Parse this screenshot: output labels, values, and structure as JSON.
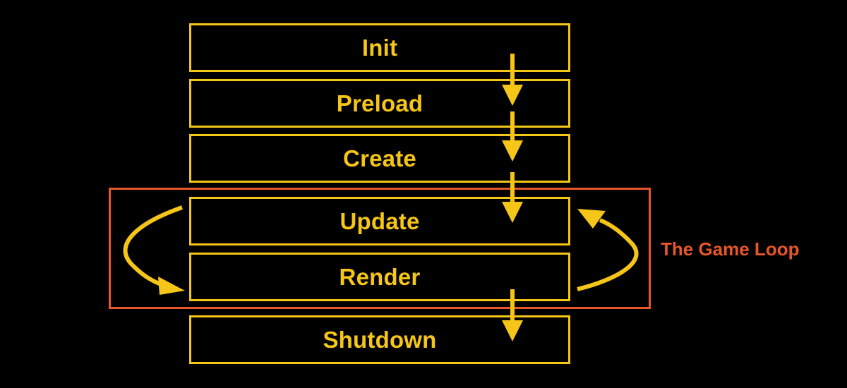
{
  "stages": [
    {
      "id": "init",
      "label": "Init"
    },
    {
      "id": "preload",
      "label": "Preload"
    },
    {
      "id": "create",
      "label": "Create"
    },
    {
      "id": "update",
      "label": "Update"
    },
    {
      "id": "render",
      "label": "Render"
    },
    {
      "id": "shutdown",
      "label": "Shutdown"
    }
  ],
  "loop": {
    "label": "The Game Loop",
    "color": "#E8562A"
  },
  "colors": {
    "background": "#000000",
    "stage": "#F5C518",
    "loop": "#E8562A"
  }
}
